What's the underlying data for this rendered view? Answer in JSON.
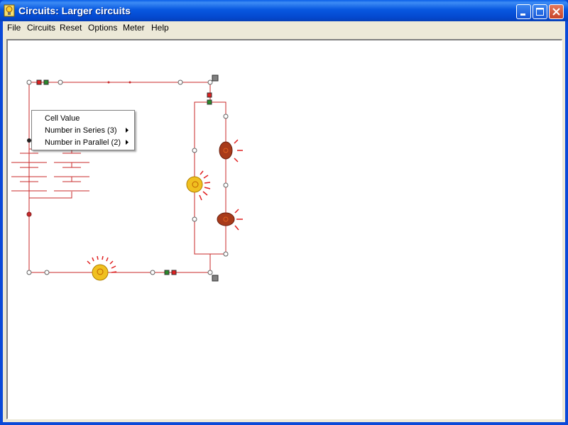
{
  "window": {
    "title": "Circuits: Larger circuits",
    "controls": [
      "minimize-icon",
      "maximize-icon",
      "close-icon"
    ]
  },
  "menubar": {
    "items": [
      {
        "label": "File"
      },
      {
        "label": "Circuits"
      },
      {
        "label": "Reset"
      },
      {
        "label": "Options"
      },
      {
        "label": "Meter"
      },
      {
        "label": "Help"
      }
    ]
  },
  "context_menu": {
    "items": [
      {
        "label": "Cell Value",
        "submenu": false
      },
      {
        "label": "Number in Series (3)",
        "submenu": true
      },
      {
        "label": "Number in Parallel (2)",
        "submenu": true
      }
    ]
  },
  "colors": {
    "wire": "#c8282a",
    "titlebar": "#0a55e0",
    "bulb_lit": "#f0c020",
    "bulb_dim": "#a83a1a",
    "switch_on": "#2a8a2a",
    "switch_off": "#e02020",
    "terminal": "#808080"
  }
}
